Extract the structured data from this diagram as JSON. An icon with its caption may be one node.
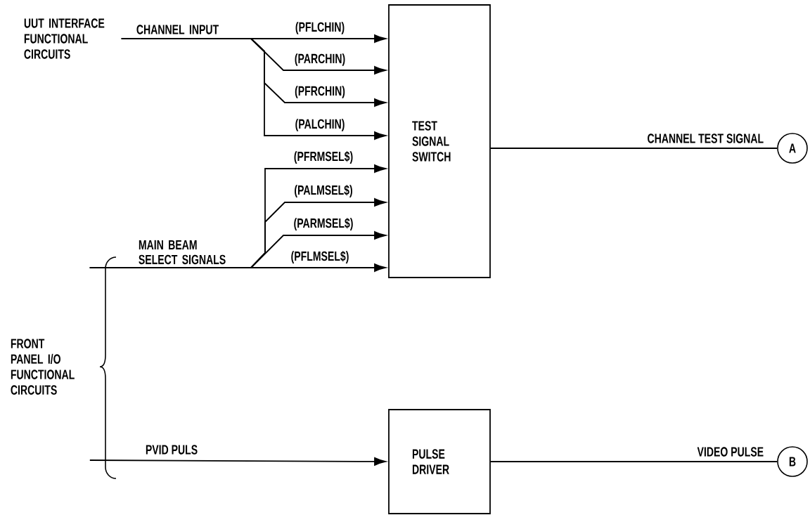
{
  "diagram": {
    "nodes": [
      {
        "text": [
          "UUT INTERFACE FUNCTIONAL CIRCUITS"
        ]
      },
      {
        "text": [
          "FRONT PANEL I/O FUNCTIONAL CIRCUITS"
        ]
      },
      {
        "text": [
          "TEST SIGNAL SWITCH"
        ]
      },
      {
        "text": [
          "PULSE DRIVER"
        ]
      },
      {
        "text": [
          "A"
        ]
      },
      {
        "text": [
          "B"
        ]
      }
    ],
    "edges": [
      {
        "from": 0,
        "to": 2,
        "arrow": "to",
        "label": "(PFLCHIN)"
      },
      {
        "from": 0,
        "to": 2,
        "arrow": "to",
        "label": "(PARCHIN)"
      },
      {
        "from": 0,
        "to": 2,
        "arrow": "to",
        "label": "(PFRCHIN)"
      },
      {
        "from": 0,
        "to": 2,
        "arrow": "to",
        "label": "(PALCHIN)"
      },
      {
        "from": 1,
        "to": 2,
        "arrow": "to",
        "label": "(PFRMSEL$)"
      },
      {
        "from": 1,
        "to": 2,
        "arrow": "to",
        "label": "(PALMSEL$)"
      },
      {
        "from": 1,
        "to": 2,
        "arrow": "to",
        "label": "(PARMSEL$)"
      },
      {
        "from": 1,
        "to": 2,
        "arrow": "to",
        "label": "(PFLMSEL$)"
      },
      {
        "from": 1,
        "to": 3,
        "arrow": "to",
        "label": "PVID PULS"
      },
      {
        "from": 2,
        "to": 4,
        "arrow": "none",
        "label": "CHANNEL TEST SIGNAL"
      },
      {
        "from": 3,
        "to": 5,
        "arrow": "none",
        "label": "VIDEO PULSE"
      }
    ],
    "labels": [
      "CHANNEL INPUT",
      "MAIN BEAM SELECT SIGNALS"
    ]
  }
}
